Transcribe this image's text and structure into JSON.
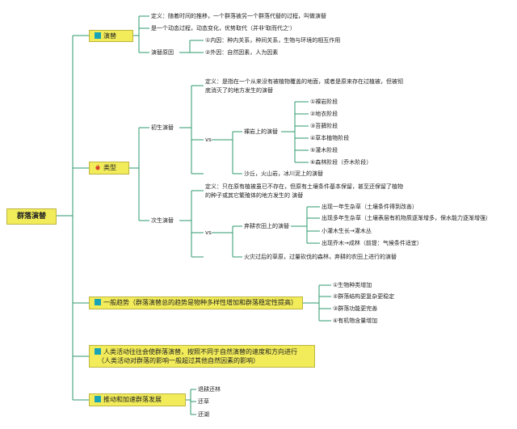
{
  "root": "群落演替",
  "succession": {
    "title": "演替",
    "definition": "定义：随着时间的推移，一个群落被另一个群落代替的过程，叫做演替",
    "dynamic": "是一个动态过程，动态变化，优势取代（并非'取而代之'）",
    "causes_label": "演替原因",
    "causes": [
      "①内因：种内关系，种间关系，生物与环境的相互作用",
      "②外因：自然因素，人为因素"
    ]
  },
  "types": {
    "title": "类型",
    "primary": {
      "label": "初生演替",
      "definition": [
        "定义：是指在一个从来没有被植物覆盖的地面，或者是原来存在过植被，但被彻",
        "底消灭了的地方发生的演替"
      ],
      "vs": "vs",
      "bare_rock": {
        "label": "裸岩上的演替",
        "stages": [
          "①裸岩阶段",
          "②地衣阶段",
          "③苔藓阶段",
          "④草本植物阶段",
          "⑤灌木阶段",
          "⑥森林阶段（乔木阶段）"
        ]
      },
      "examples": "沙丘，火山岩，冰川泥上的演替"
    },
    "secondary": {
      "label": "次生演替",
      "definition": [
        "定义：只在原有植被虽已不存在，但原有土壤条件基本保留，甚至还保留了植物",
        "的种子或其它繁殖体的地方发生的 演替"
      ],
      "vs": "vs",
      "farmland": {
        "label": "弃耕农田上的演替",
        "stages": [
          "出现一年生杂草（土壤条件得到改善）",
          "出现多年生杂草（土壤表层有机物质逐渐增多，保水能力逐渐增强）",
          "小灌木生长→灌木丛",
          "出现乔木→成林（前提：气候条件适宜）"
        ]
      },
      "examples": "火灾过后的草原，过量砍伐的森林，弃耕的农田上进行的演替"
    }
  },
  "trend": {
    "title": "一般趋势（群落演替总的趋势是物种多样性增加和群落稳定性提高）",
    "items": [
      "①生物种类增加",
      "②群落结构更复杂更稳定",
      "③群落功能更完善",
      "④有机物含量增加"
    ]
  },
  "human": {
    "line1": "人类活动往往会使群落演替，按照不同于自然演替的速度和方向进行",
    "line2": "（人类活动对群落的影响一般超过其他自然因素的影响）"
  },
  "promote": {
    "title": "推动和加速群落发展",
    "items": [
      "退耕还林",
      "还草",
      "还湖"
    ]
  },
  "colors": {
    "node_fill": "#f2ec5a",
    "node_border": "#bdb543",
    "line": "#2e9a6e",
    "icon": "#1aa2b6"
  }
}
